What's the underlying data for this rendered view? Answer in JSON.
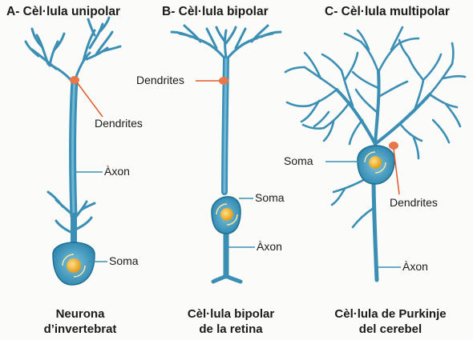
{
  "titles": {
    "a": "A- Cèl·lula unipolar",
    "b": "B- Cèl·lula bipolar",
    "c": "C- Cèl·lula multipolar"
  },
  "labels": {
    "a_dendrites": "Dendrites",
    "a_axon": "Àxon",
    "a_soma": "Soma",
    "b_dendrites": "Dendrites",
    "b_soma": "Soma",
    "b_axon": "Àxon",
    "c_soma": "Soma",
    "c_dendrites": "Dendrites",
    "c_axon": "Àxon"
  },
  "captions": {
    "a": [
      "Neurona",
      "d’invertebrat"
    ],
    "b": [
      "Cèl·lula bipolar",
      "de la retina"
    ],
    "c": [
      "Cèl·lula de Purkinje",
      "del cerebel"
    ]
  },
  "colors": {
    "neuron": "#3b8fb4",
    "neuron_dark": "#1f6f92",
    "soma_light": "#5aaed0",
    "nucleus": "#f2b21c",
    "leader": "#e05a2a"
  }
}
